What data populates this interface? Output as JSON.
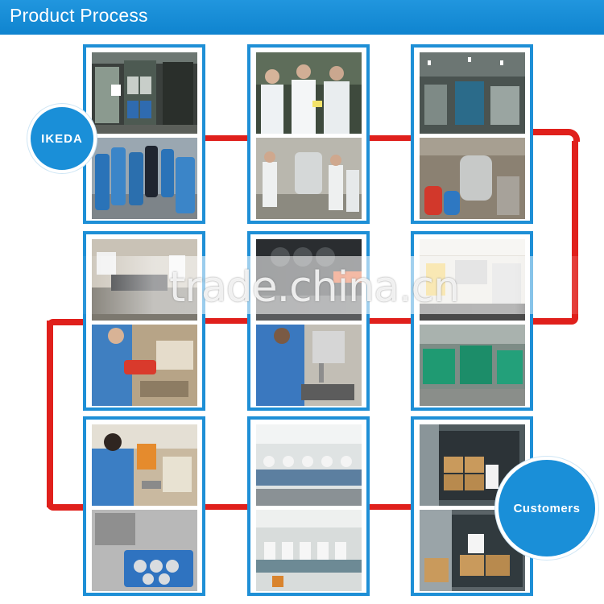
{
  "header": {
    "title": "Product Process"
  },
  "start_badge": {
    "label": "IKEDA"
  },
  "end_badge": {
    "label": "Customers"
  },
  "watermark": {
    "text": "trade.china.cn"
  },
  "colors": {
    "header": "#1a8fd8",
    "path": "#e0201c",
    "frame": "#1e8fd6"
  },
  "steps": [
    {
      "row": 1,
      "col": 1,
      "photos": [
        "warehouse-drums-photo",
        "blue-barrels-photo"
      ]
    },
    {
      "row": 1,
      "col": 2,
      "photos": [
        "lab-workers-photo",
        "mixing-tank-room-photo"
      ]
    },
    {
      "row": 1,
      "col": 3,
      "photos": [
        "factory-machinery-photo",
        "reactor-vessel-photo"
      ]
    },
    {
      "row": 2,
      "col": 3,
      "photos": [
        "filling-line-photo",
        "injection-machines-photo"
      ]
    },
    {
      "row": 2,
      "col": 2,
      "photos": [
        "can-lids-photo",
        "dispensing-machine-photo"
      ]
    },
    {
      "row": 2,
      "col": 1,
      "photos": [
        "sealing-photo",
        "packing-trays-photo"
      ]
    },
    {
      "row": 3,
      "col": 1,
      "photos": [
        "press-operator-photo",
        "tin-cans-photo"
      ]
    },
    {
      "row": 3,
      "col": 2,
      "photos": [
        "assembly-line-photo",
        "workers-table-photo"
      ]
    },
    {
      "row": 3,
      "col": 3,
      "photos": [
        "container-loading-photo",
        "boxes-container-photo"
      ]
    }
  ]
}
